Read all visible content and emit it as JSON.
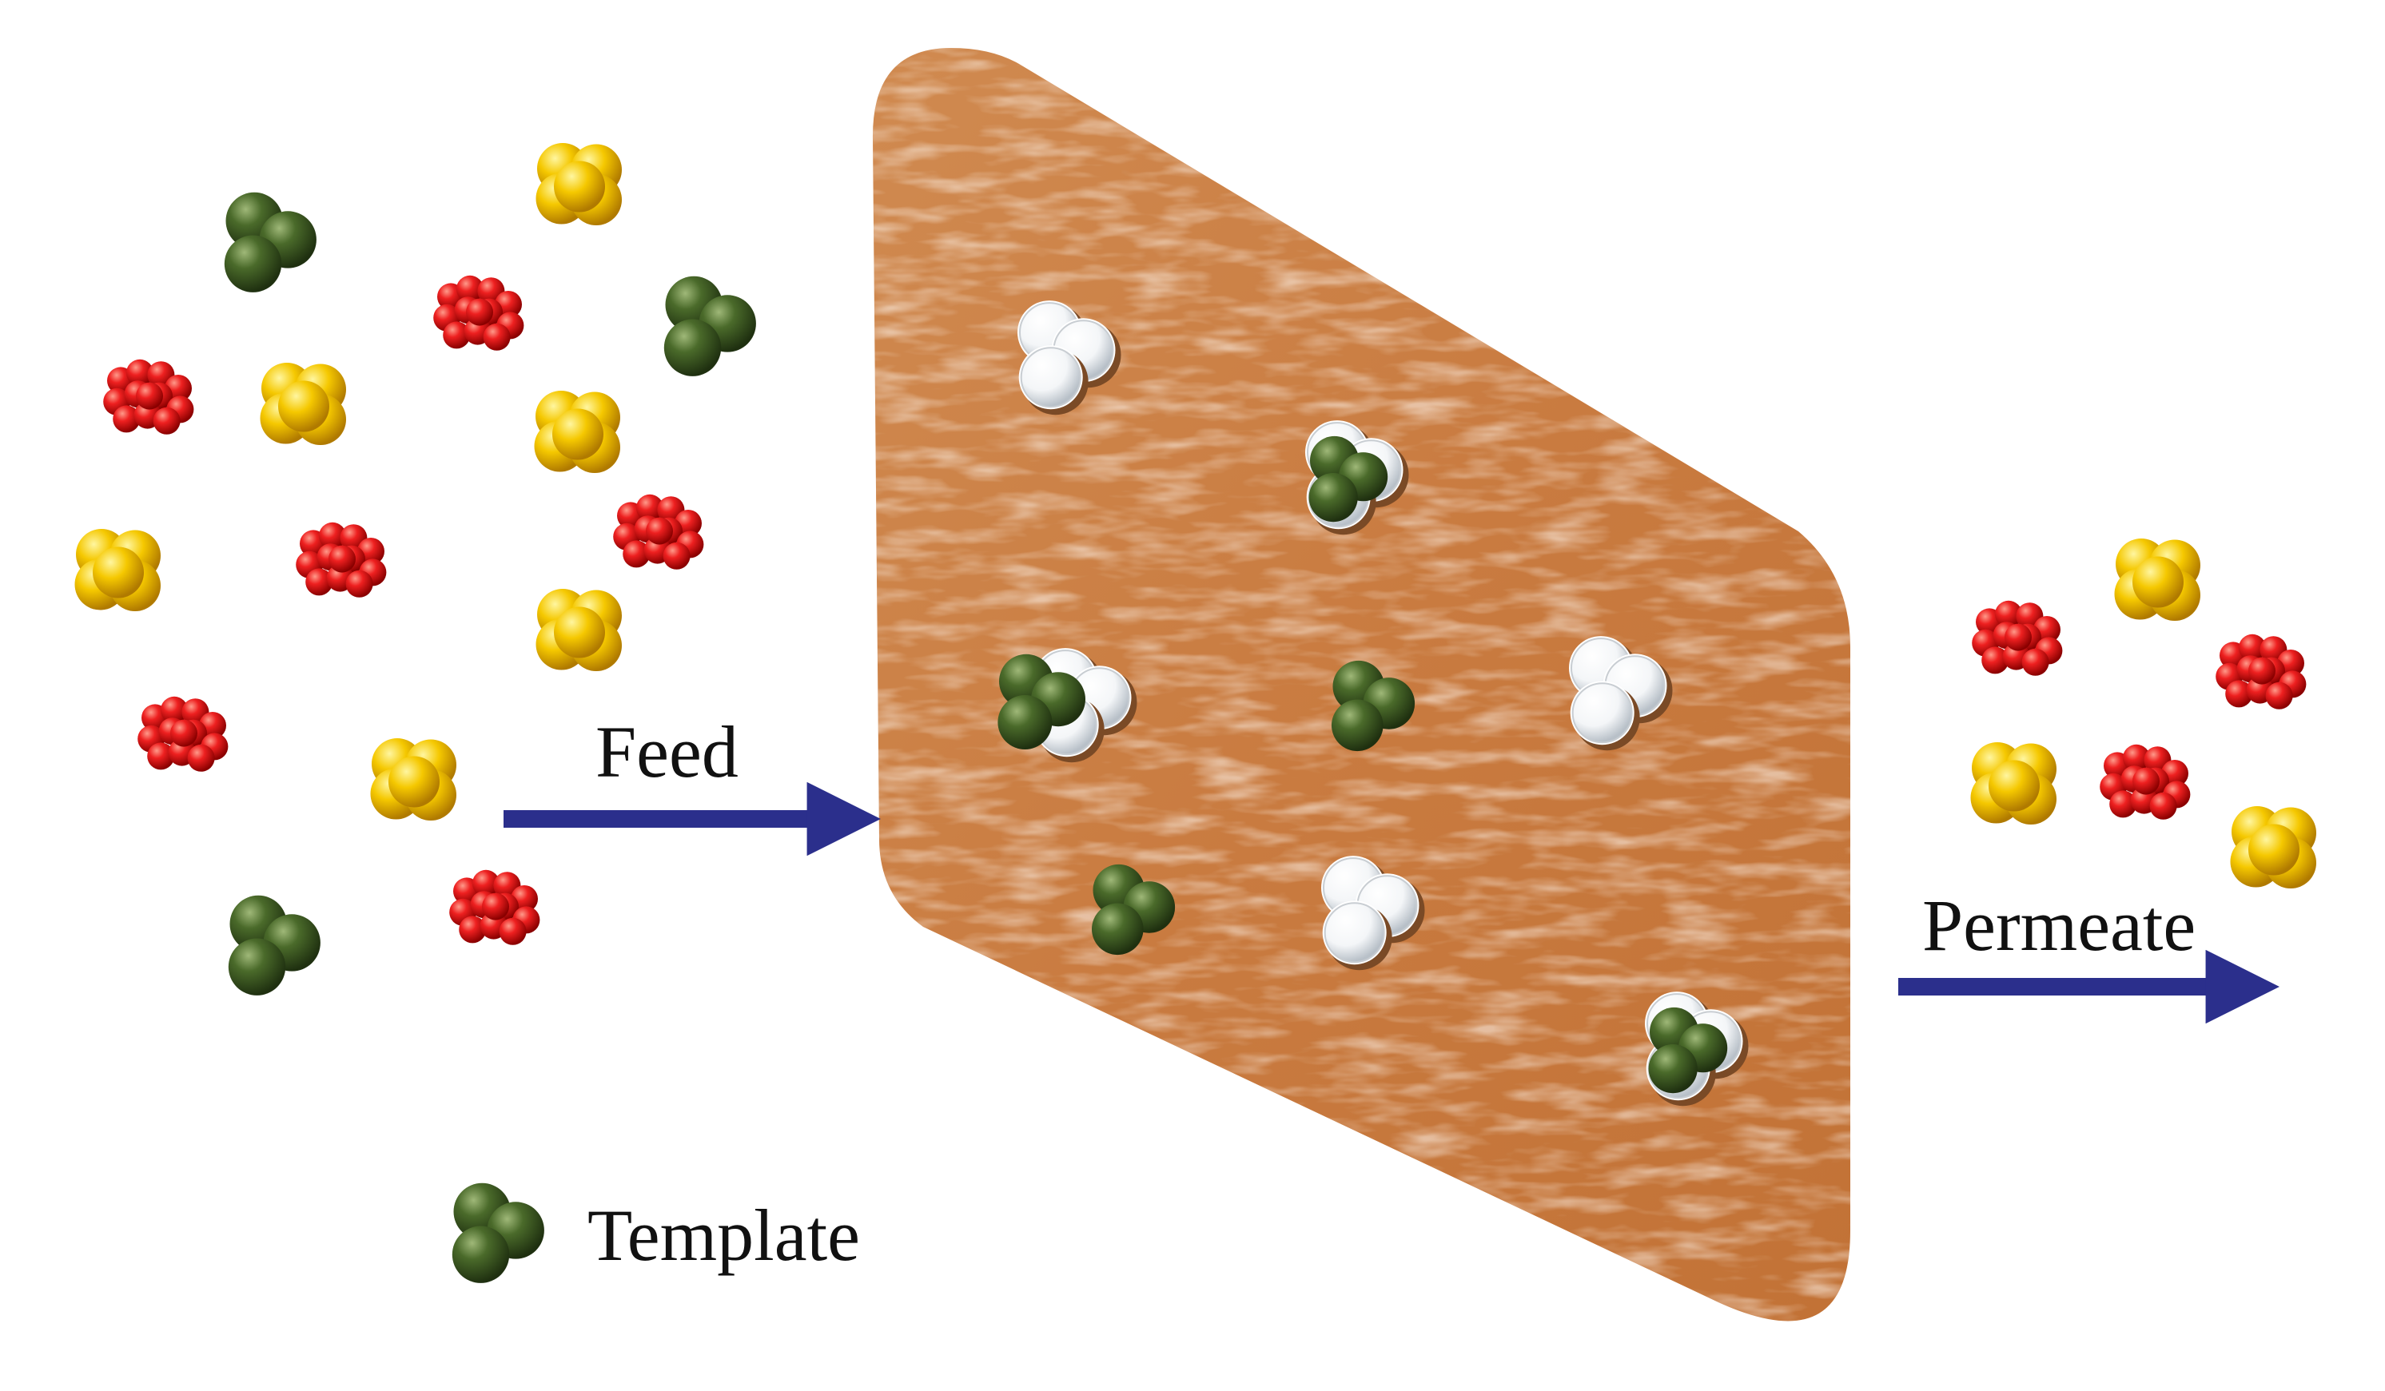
{
  "labels": {
    "feed": "Feed",
    "permeate": "Permeate",
    "template": "Template"
  },
  "colors": {
    "arrow": "#2b2f8c",
    "membrane": "#cc8045",
    "membrane_dark": "#b56a33",
    "red_molecule": "#e01414",
    "yellow_molecule": "#f2c400",
    "template_molecule": "#3f5a22",
    "cavity": "#ffffff"
  },
  "icons": {
    "red": "red-molecule-icon",
    "yellow": "yellow-molecule-icon",
    "template": "template-molecule-icon",
    "cavity": "empty-cavity-icon"
  }
}
